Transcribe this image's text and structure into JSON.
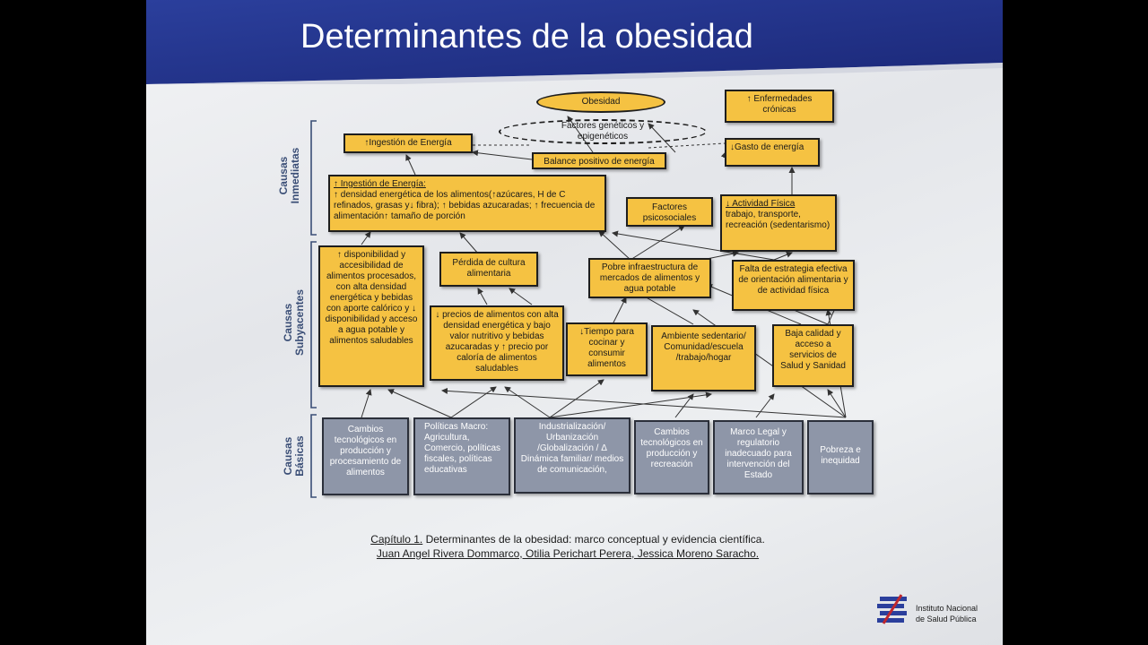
{
  "slide": {
    "title": "Determinantes de la obesidad",
    "colors": {
      "banner": "#25368f",
      "yellow_box": "#f5c242",
      "gray_box": "#8e96a8",
      "label": "#3a4e76"
    }
  },
  "side_labels": {
    "inmediatas": [
      "Causas",
      "Inmediatas"
    ],
    "subyacentes": [
      "Causas",
      "Subyacentes"
    ],
    "basicas": [
      "Causas",
      "Básicas"
    ]
  },
  "nodes": {
    "obesidad": "Obesidad",
    "enfermedades": "↑ Enfermedades crónicas",
    "factores_geneticos": "Factores genéticos y epigenéticos",
    "ingestion_energia": "↑Ingestión de Energía",
    "gasto_energia": "↓Gasto de energía",
    "balance_positivo": "Balance positivo de energía",
    "ingestion_detalle_title": "↑ Ingestión de Energía:",
    "ingestion_detalle_body": "↑ densidad energética de los alimentos(↑azúcares, H de C refinados, grasas y↓ fibra); ↑ bebidas azucaradas; ↑ frecuencia de alimentación↑ tamaño de porción",
    "factores_psicosociales": "Factores psicosociales",
    "actividad_fisica_title": "↓ Actividad Física",
    "actividad_fisica_body": "trabajo, transporte, recreación (sedentarismo)",
    "disponibilidad": "↑ disponibilidad y accesibilidad de alimentos procesados, con alta densidad energética y bebidas con aporte calórico y ↓ disponibilidad y acceso a agua potable y alimentos saludables",
    "perdida_cultura": "Pérdida de cultura alimentaria",
    "infraestructura": "Pobre infraestructura de mercados de alimentos y agua potable",
    "falta_estrategia": "Falta de estrategia efectiva de orientación alimentaria y de actividad física",
    "precios": "↓ precios de alimentos con alta densidad energética y bajo valor nutritivo y bebidas azucaradas y ↑ precio por caloría de alimentos saludables",
    "tiempo": "↓Tiempo para cocinar y consumir alimentos",
    "ambiente": "Ambiente sedentario/ Comunidad/escuela /trabajo/hogar",
    "baja_calidad": "Baja calidad y acceso a servicios de Salud y Sanidad",
    "cambios_tec_1": "Cambios tecnológicos en producción y procesamiento de alimentos",
    "politicas_macro": "Políticas Macro: Agricultura, Comercio, políticas fiscales, políticas educativas",
    "industrializacion": "Industrialización/ Urbanización /Globalización / Δ Dinámica familiar/ medios de comunicación,",
    "cambios_tec_2": "Cambios tecnológicos en producción y recreación",
    "marco_legal": "Marco Legal y regulatorio inadecuado para intervención del Estado",
    "pobreza": "Pobreza e inequidad"
  },
  "caption": {
    "line1_underlined": "Capítulo 1.",
    "line1_rest": " Determinantes de la obesidad: marco conceptual y evidencia científica.",
    "line2": "Juan Angel Rivera Dommarco, Otilia Perichart Perera, Jessica Moreno Saracho."
  },
  "logo": {
    "icon": "insp-logo-icon",
    "line1": "Instituto Nacional",
    "line2": "de Salud Pública"
  }
}
